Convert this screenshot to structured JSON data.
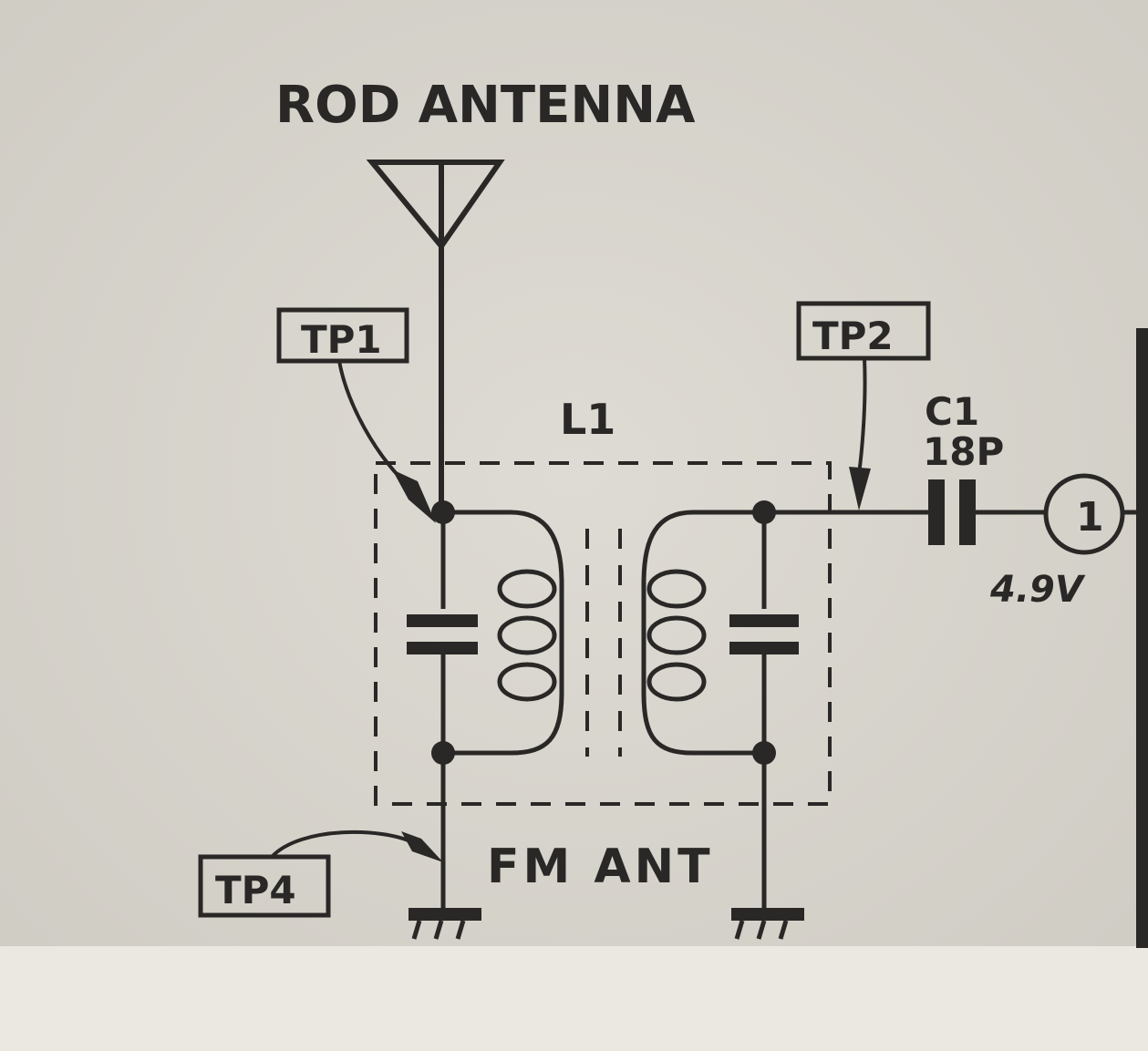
{
  "diagram": {
    "antenna_label": "ROD ANTENNA",
    "coil_label": "L1",
    "tp1": "TP1",
    "tp2": "TP2",
    "tp4": "TP4",
    "cap_name": "C1",
    "cap_value": "18P",
    "pin_number": "1",
    "voltage": "4.9V",
    "fm_label": "FM ANT"
  },
  "colors": {
    "paper": "#d9d6cf",
    "ink": "#2a2826"
  }
}
